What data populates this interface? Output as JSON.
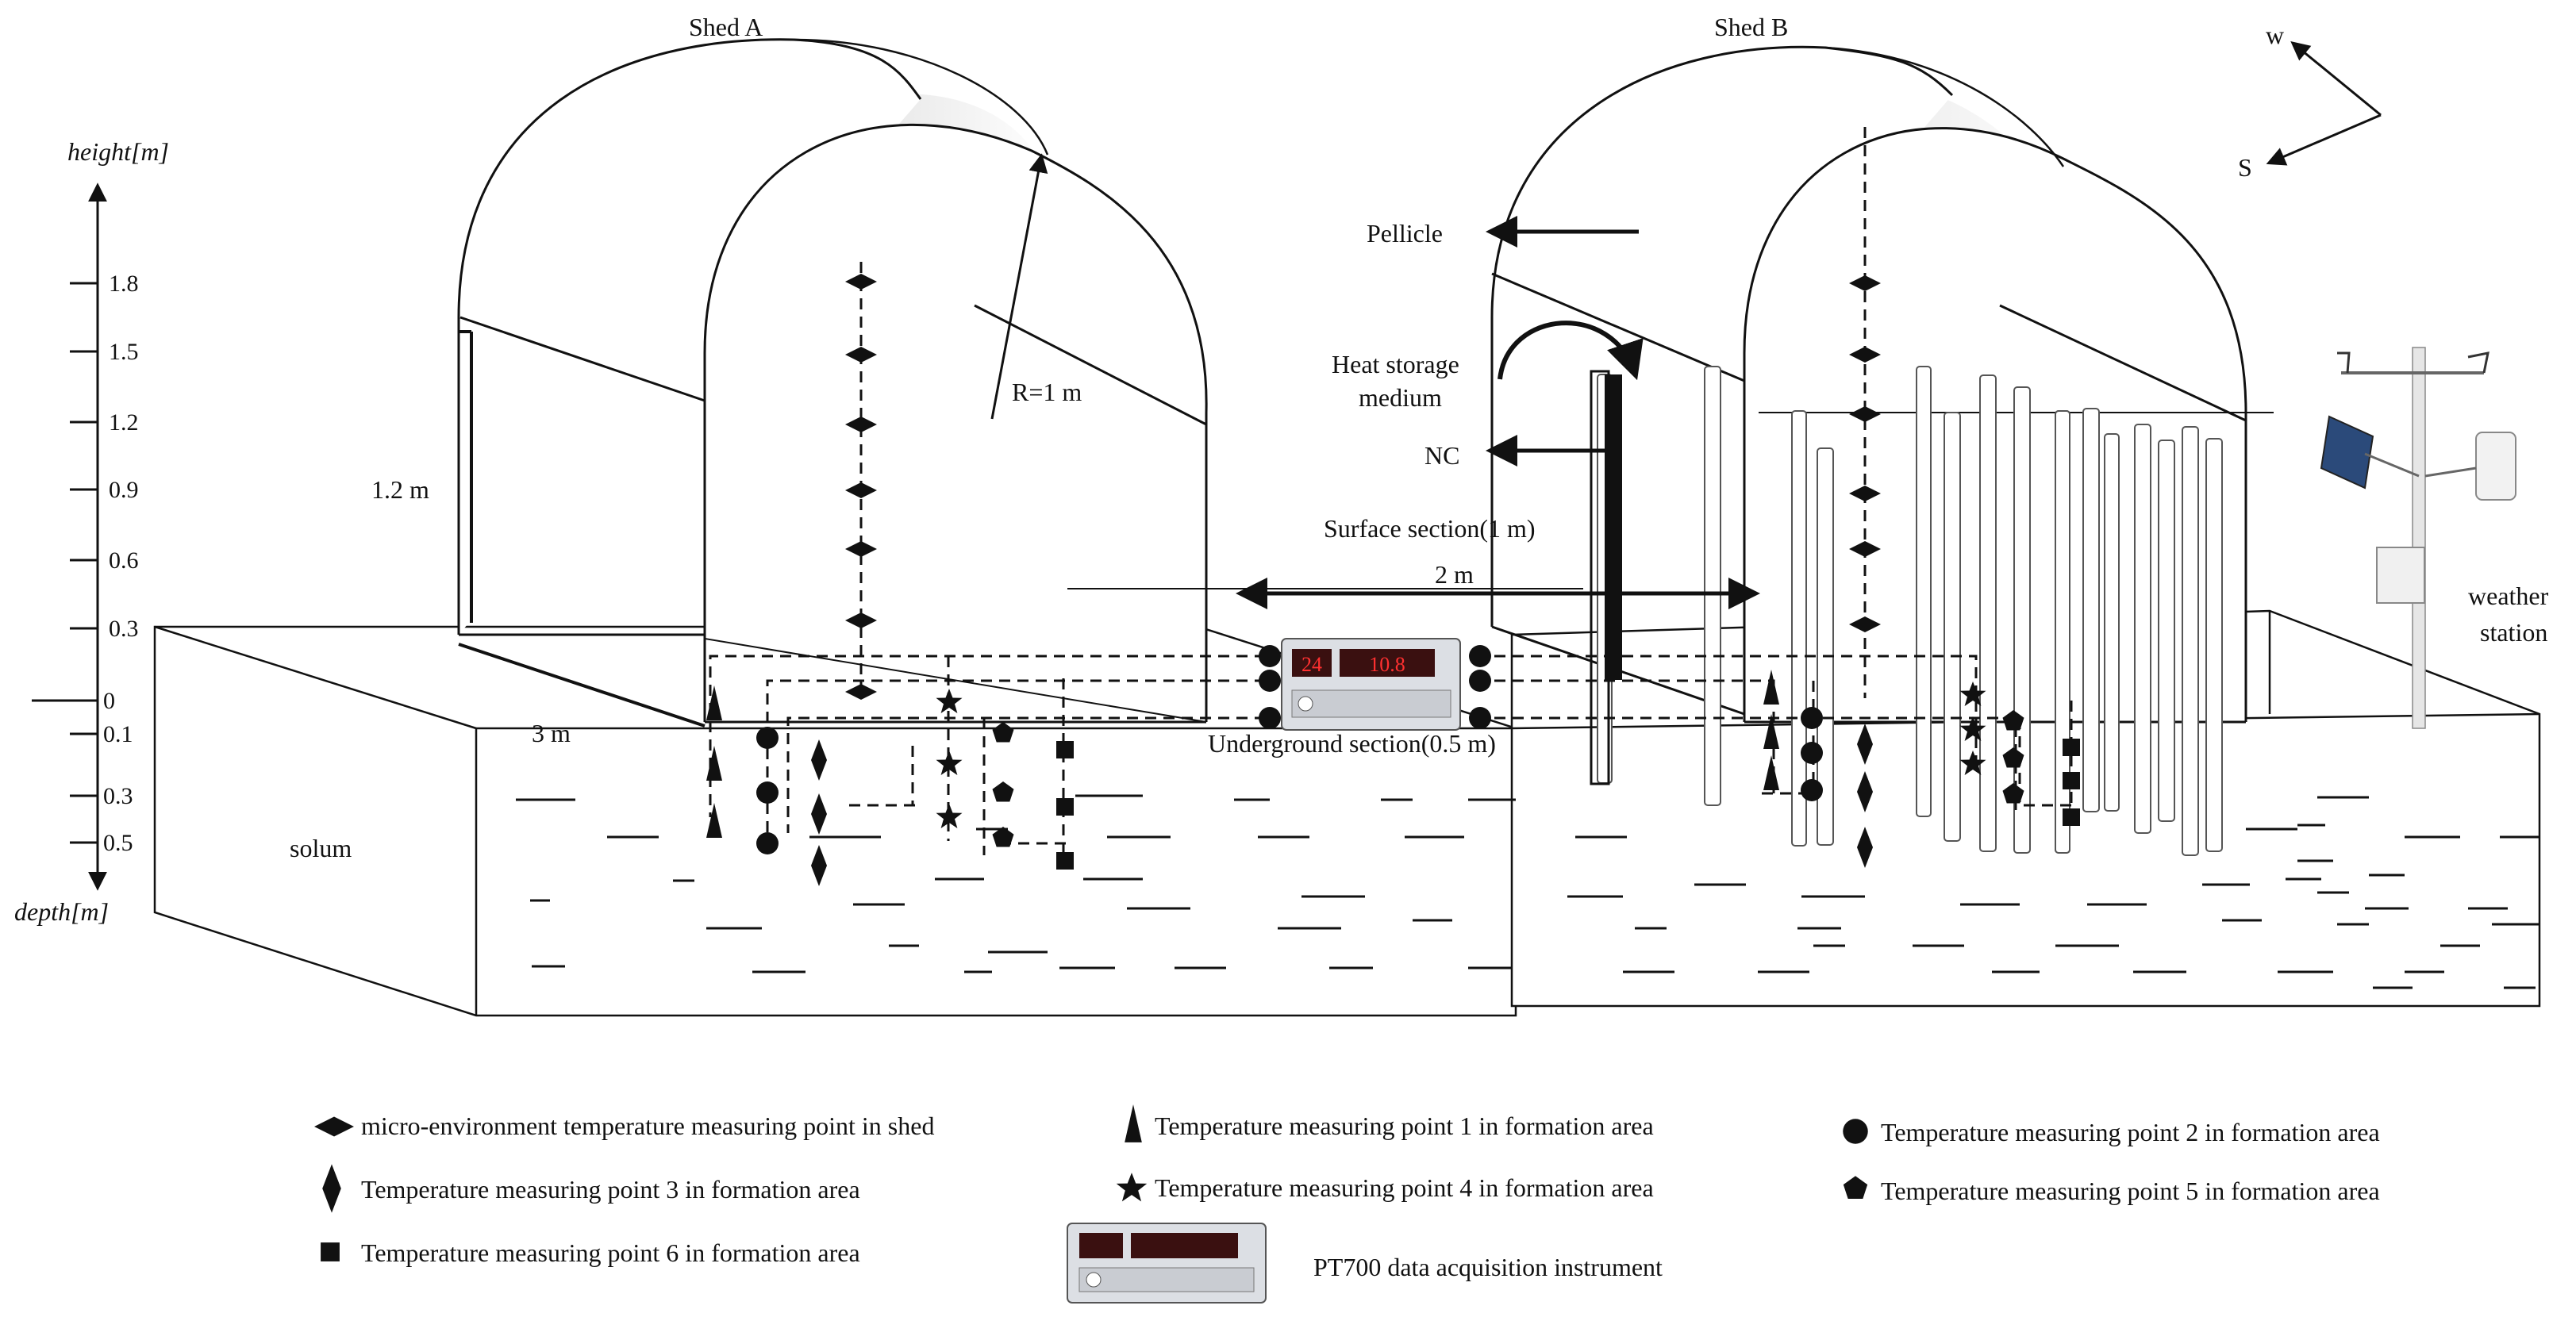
{
  "sheds": {
    "a_label": "Shed A",
    "b_label": "Shed B"
  },
  "compass": {
    "w": "w",
    "s": "S"
  },
  "axis": {
    "height_label": "height[m]",
    "depth_label": "depth[m]",
    "height_ticks": [
      "1.8",
      "1.5",
      "1.2",
      "0.9",
      "0.6",
      "0.3"
    ],
    "zero": "0",
    "depth_ticks": [
      "0.1",
      "0.3",
      "0.5"
    ]
  },
  "annotations": {
    "radius": "R=1 m",
    "shed_height": "1.2 m",
    "shed_length": "3 m",
    "spacing": "2 m",
    "pellicle": "Pellicle",
    "heat_storage_1": "Heat storage",
    "heat_storage_2": "medium",
    "nc": "NC",
    "surface_section": "Surface section(1 m)",
    "underground_section": "Underground section(0.5 m)",
    "solum": "solum",
    "weather_1": "weather",
    "weather_2": "station"
  },
  "instrument": {
    "display_left": "24",
    "display_right": "10.8"
  },
  "legend": {
    "micro_env": "micro-environment temperature measuring point in shed",
    "point1": "Temperature measuring point 1 in formation area",
    "point2": "Temperature measuring point 2 in formation area",
    "point3": "Temperature measuring point 3 in formation area",
    "point4": "Temperature measuring point 4 in formation area",
    "point5": "Temperature measuring point 5 in formation area",
    "point6": "Temperature measuring point 6 in formation area",
    "pt700": "PT700 data acquisition instrument"
  },
  "colors": {
    "ink": "#111111",
    "instrument_body": "#d8dbe0",
    "display": "#c81e1e",
    "solar": "#2b4a7a"
  }
}
